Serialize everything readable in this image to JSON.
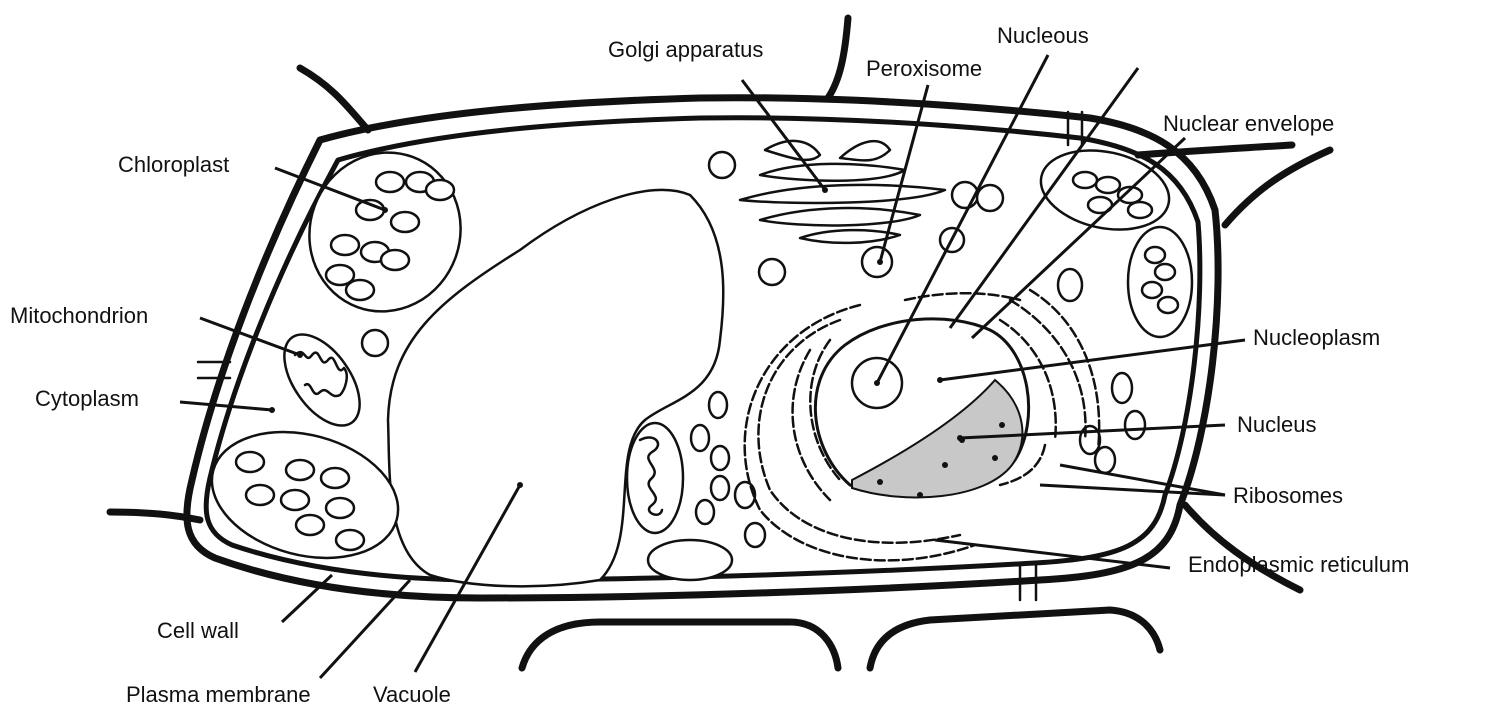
{
  "labels": {
    "golgi": "Golgi apparatus",
    "nucleous": "Nucleous",
    "peroxisome": "Peroxisome",
    "nuclear_envelope": "Nuclear envelope",
    "chloroplast": "Chloroplast",
    "mitochondrion": "Mitochondrion",
    "cytoplasm": "Cytoplasm",
    "nucleoplasm": "Nucleoplasm",
    "nucleus": "Nucleus",
    "ribosomes": "Ribosomes",
    "er": "Endoplasmic reticulum",
    "cell_wall": "Cell wall",
    "plasma_membrane": "Plasma membrane",
    "vacuole": "Vacuole"
  },
  "colors": {
    "stroke": "#111111",
    "nucleus_shade": "#c8c8c8",
    "background": "#ffffff"
  }
}
